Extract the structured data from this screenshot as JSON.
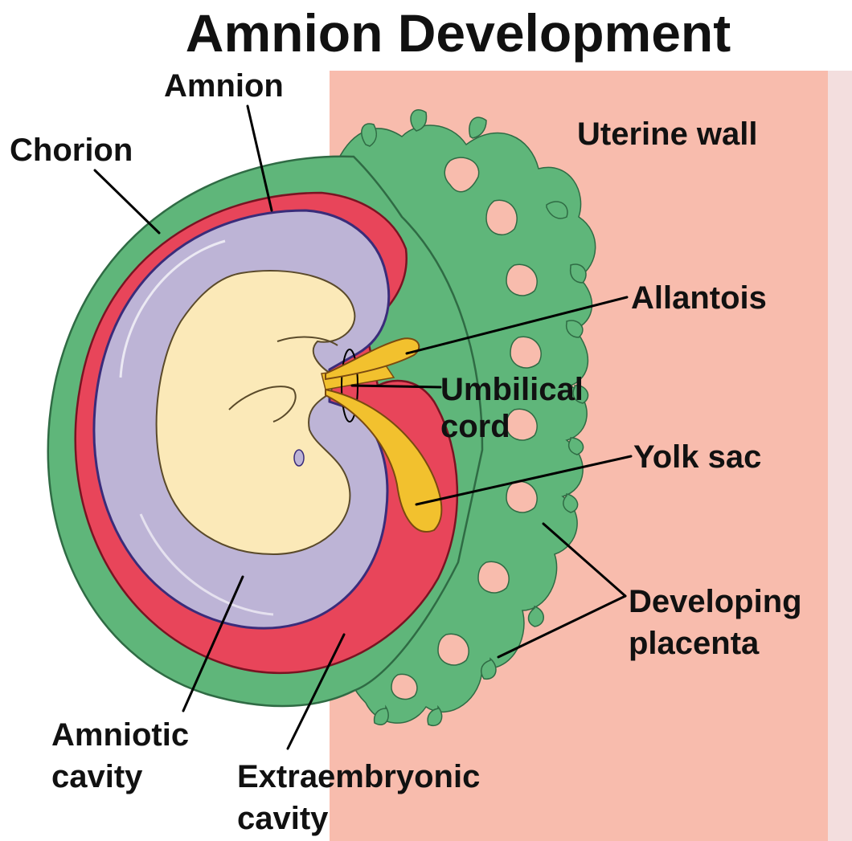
{
  "title": "Amnion Development",
  "labels": {
    "amnion": "Amnion",
    "chorion": "Chorion",
    "uterine_wall": "Uterine wall",
    "allantois": "Allantois",
    "umbilical_cord_line1": "Umbilical",
    "umbilical_cord_line2": "cord",
    "yolk_sac": "Yolk sac",
    "developing_placenta_line1": "Developing",
    "developing_placenta_line2": "placenta",
    "amniotic_cavity_line1": "Amniotic",
    "amniotic_cavity_line2": "cavity",
    "extraembryonic_cavity_line1": "Extraembryonic",
    "extraembryonic_cavity_line2": "cavity"
  },
  "colors": {
    "uterine_wall": "#f8bcad",
    "chorion": "#5fb67a",
    "extraembryonic_cavity": "#e8455a",
    "amniotic_cavity": "#bdb4d6",
    "amnion_outline": "#3a2c7a",
    "embryo": "#fbe9b8",
    "yolk_sac": "#f2c12e",
    "label_text": "#111111"
  }
}
